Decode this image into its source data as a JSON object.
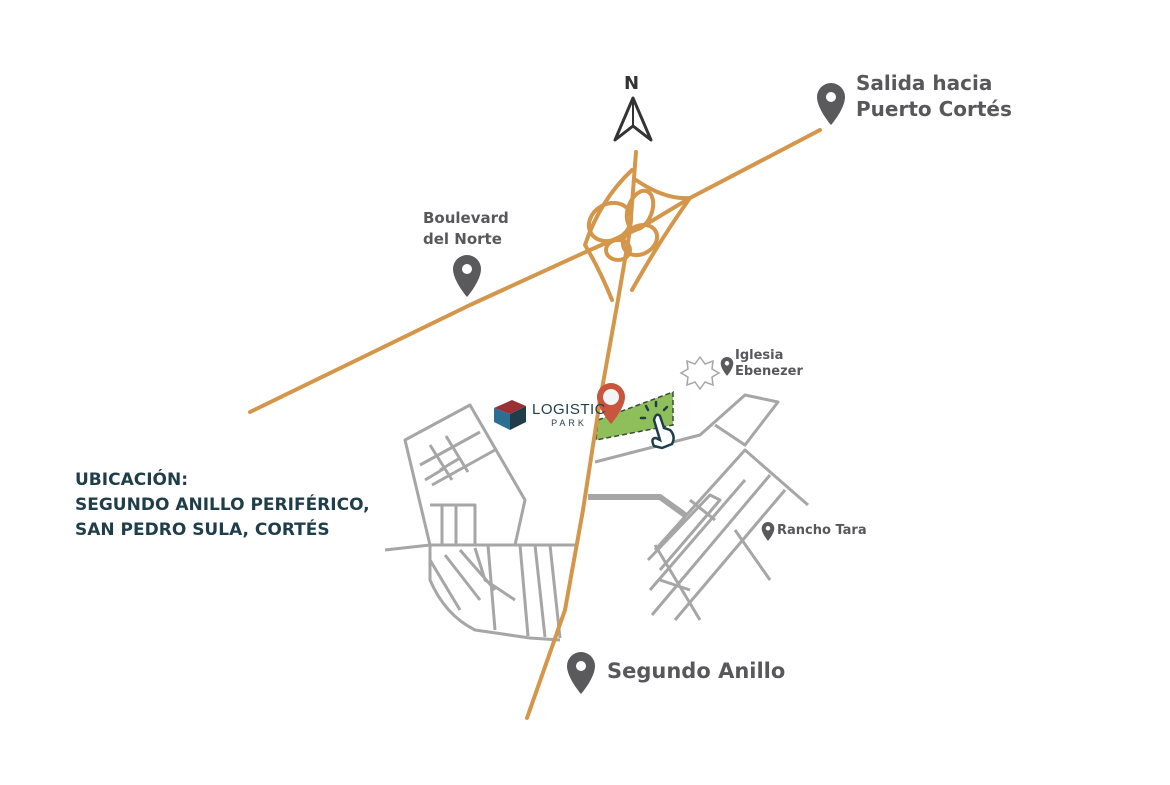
{
  "map": {
    "north_label": "N",
    "labels": {
      "puerto_cortes": [
        "Salida hacia",
        "Puerto Cortés"
      ],
      "boulevard_norte": [
        "Boulevard",
        "del Norte"
      ],
      "iglesia": [
        "Iglesia",
        "Ebenezer"
      ],
      "rancho_tara": "Rancho Tara",
      "segundo_anillo": "Segundo Anillo"
    },
    "logo": {
      "line1": "LOGISTIC",
      "line2": "PARK"
    },
    "location": [
      "UBICACIÓN:",
      "SEGUNDO ANILLO PERIFÉRICO,",
      "SAN PEDRO SULA, CORTÉS"
    ]
  },
  "colors": {
    "road": "#d4964a",
    "street": "#a6a6a6",
    "lot": "#8fbf5a",
    "pin": "#5a5a5c",
    "target_pin": "#c8553d",
    "text": "#58585a",
    "heading": "#1f3e4a"
  }
}
